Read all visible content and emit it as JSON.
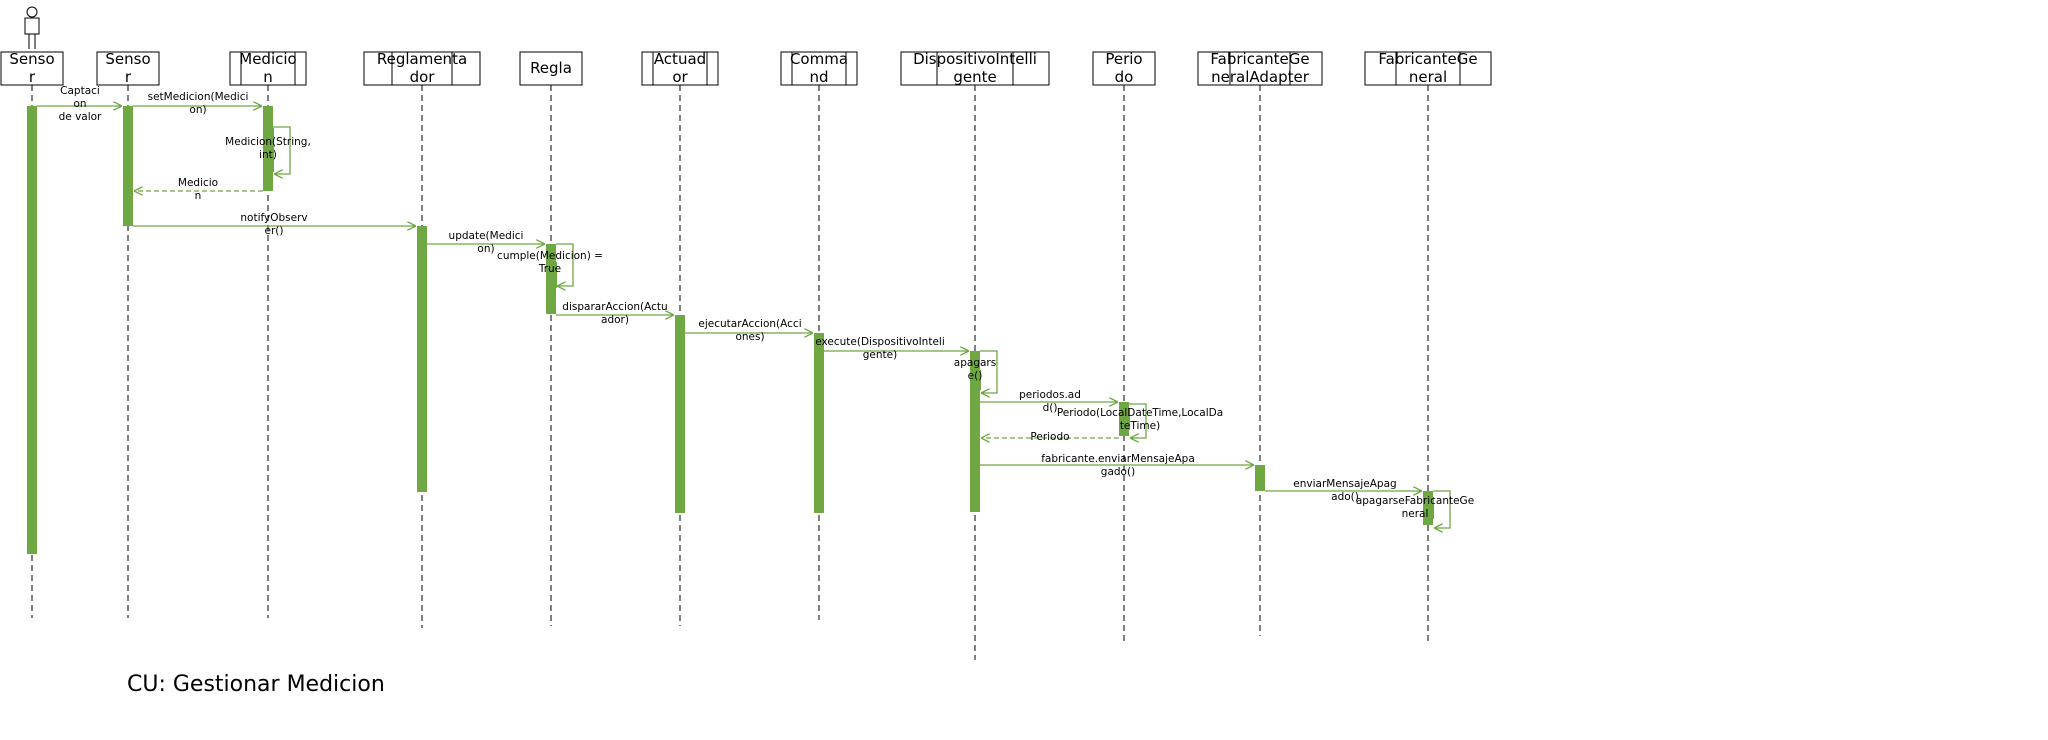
{
  "diagram": {
    "caption": "CU: Gestionar Medicion",
    "colors": {
      "accent": "#6fa843",
      "line": "#000000",
      "background": "#ffffff"
    },
    "actor_icon": "stick-figure-actor-icon",
    "participants": [
      {
        "id": "p1",
        "lines": [
          "Senso",
          "r"
        ]
      },
      {
        "id": "p2",
        "lines": [
          "Senso",
          "r"
        ]
      },
      {
        "id": "p3",
        "lines": [
          "Medicio",
          "n"
        ]
      },
      {
        "id": "p4",
        "lines": [
          "Reglamenta",
          "dor"
        ]
      },
      {
        "id": "p5",
        "lines": [
          "Regla"
        ]
      },
      {
        "id": "p6",
        "lines": [
          "Actuad",
          "or"
        ]
      },
      {
        "id": "p7",
        "lines": [
          "Comma",
          "nd"
        ]
      },
      {
        "id": "p8",
        "lines": [
          "DispositivoIntelli",
          "gente"
        ]
      },
      {
        "id": "p9",
        "lines": [
          "Perio",
          "do"
        ]
      },
      {
        "id": "p10",
        "lines": [
          "FabricanteGe",
          "neralAdapter"
        ]
      },
      {
        "id": "p11",
        "lines": [
          "FabricanteGe",
          "neral"
        ]
      }
    ],
    "messages": [
      {
        "id": "m1",
        "lines": [
          "Captaci",
          "on",
          "de valor"
        ]
      },
      {
        "id": "m2",
        "lines": [
          "setMedicion(Medici",
          "on)"
        ]
      },
      {
        "id": "m3",
        "lines": [
          "Medicion(String,",
          "int)"
        ]
      },
      {
        "id": "m4",
        "lines": [
          "Medicio",
          "n"
        ]
      },
      {
        "id": "m5",
        "lines": [
          "notifyObserv",
          "er()"
        ]
      },
      {
        "id": "m6",
        "lines": [
          "update(Medici",
          "on)"
        ]
      },
      {
        "id": "m7",
        "lines": [
          "cumple(Medicion) =",
          "True"
        ]
      },
      {
        "id": "m8",
        "lines": [
          "dispararAccion(Actu",
          "ador)"
        ]
      },
      {
        "id": "m9",
        "lines": [
          "ejecutarAccion(Acci",
          "ones)"
        ]
      },
      {
        "id": "m10",
        "lines": [
          "execute(DispositivoInteli",
          "gente)"
        ]
      },
      {
        "id": "m11",
        "lines": [
          "apagars",
          "e()"
        ]
      },
      {
        "id": "m12",
        "lines": [
          "periodos.ad",
          "d()"
        ]
      },
      {
        "id": "m13",
        "lines": [
          "Periodo(LocalDateTime,LocalDa",
          "teTime)"
        ]
      },
      {
        "id": "m14",
        "lines": [
          "Periodo"
        ]
      },
      {
        "id": "m15",
        "lines": [
          "fabricante.enviarMensajeApa",
          "gado()"
        ]
      },
      {
        "id": "m16",
        "lines": [
          "enviarMensajeApag",
          "ado()"
        ]
      },
      {
        "id": "m17",
        "lines": [
          "apagarseFabricanteGe",
          "neral"
        ]
      }
    ]
  }
}
